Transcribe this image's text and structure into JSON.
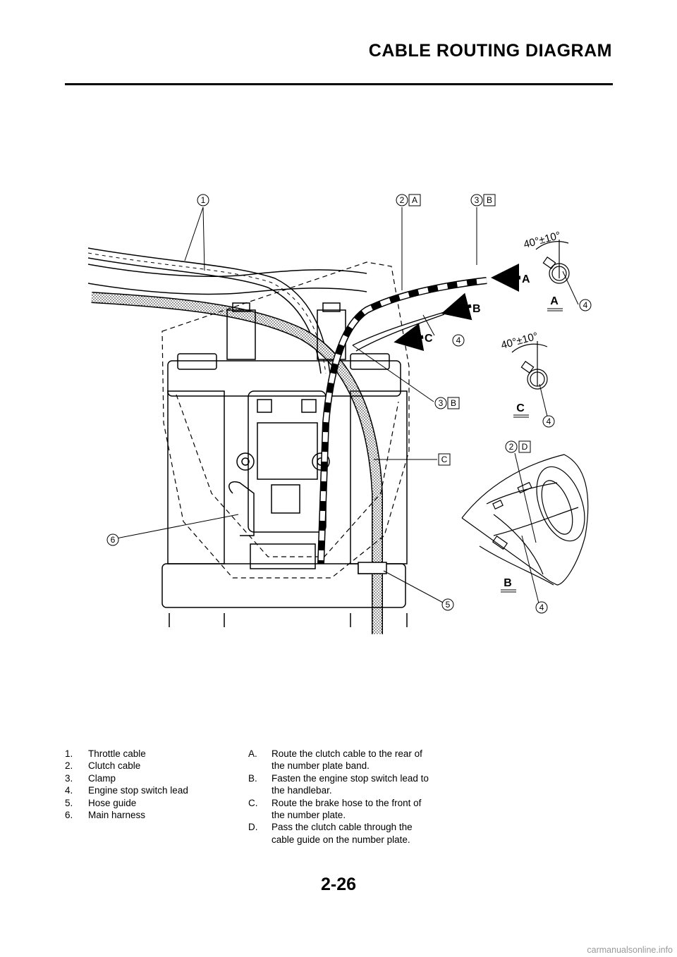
{
  "header": {
    "title": "CABLE ROUTING DIAGRAM"
  },
  "diagram": {
    "callouts": {
      "c1": "1",
      "c2a_num": "2",
      "c2a_tag": "A",
      "c3b_num": "3",
      "c3b_tag": "B",
      "c4_a": "4",
      "c4_b": "4",
      "c4_c": "4",
      "c4_d": "4",
      "c3b2_num": "3",
      "c3b2_tag": "B",
      "c_c_tag": "C",
      "c2d_num": "2",
      "c2d_tag": "D",
      "c6": "6",
      "c5": "5"
    },
    "arrows": {
      "a": "A",
      "b": "B",
      "c": "C"
    },
    "angles": {
      "top": "40°±10°",
      "middle": "40°±10°"
    },
    "views": {
      "a": "A",
      "c": "C",
      "b": "B"
    }
  },
  "legend": {
    "left": [
      {
        "num": "1.",
        "text": "Throttle cable"
      },
      {
        "num": "2.",
        "text": "Clutch cable"
      },
      {
        "num": "3.",
        "text": "Clamp"
      },
      {
        "num": "4.",
        "text": "Engine stop switch lead"
      },
      {
        "num": "5.",
        "text": "Hose guide"
      },
      {
        "num": "6.",
        "text": "Main harness"
      }
    ],
    "right": [
      {
        "num": "A.",
        "text": "Route the clutch cable to the rear of the number plate band."
      },
      {
        "num": "B.",
        "text": "Fasten the engine stop switch lead to the handlebar."
      },
      {
        "num": "C.",
        "text": "Route the brake hose to the front of the number plate."
      },
      {
        "num": "D.",
        "text": "Pass the clutch cable through the cable guide on the number plate."
      }
    ]
  },
  "footer": {
    "page_number": "2-26",
    "watermark": "carmanualsonline.info"
  }
}
